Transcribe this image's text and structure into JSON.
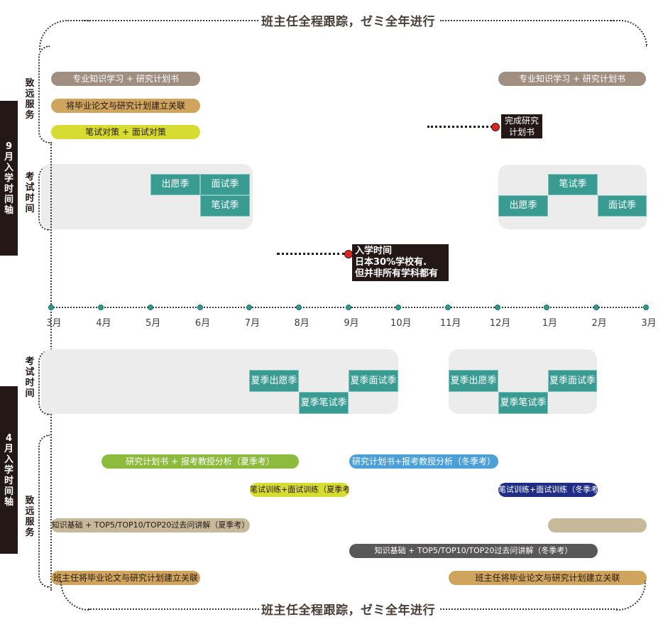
{
  "frame": {
    "top_title": "班主任全程跟踪，ゼミ全年进行",
    "bottom_title": "班主任全程跟踪，ゼミ全年进行"
  },
  "september_track": {
    "side_label": "9月入学时间轴",
    "services_label": "致远服务",
    "exam_label": "考试时间",
    "services_left": [
      {
        "label": "专业知识学习 + 研究计划书",
        "color": "#a08e80"
      },
      {
        "label": "将毕业论文与研究计划建立关联",
        "color": "#cfa45c"
      },
      {
        "label": "笔试对策 + 面试对策",
        "color": "#d7dc33"
      }
    ],
    "services_right": [
      {
        "label": "专业知识学习 + 研究计划书",
        "color": "#a08e80"
      }
    ],
    "exam_left": {
      "seasons": [
        "出愿季",
        "面试季",
        "笔试季"
      ]
    },
    "exam_right": {
      "seasons": [
        "笔试季",
        "出愿季",
        "面试季"
      ]
    },
    "callouts": [
      {
        "lines": [
          "完成研究",
          "计划书"
        ]
      },
      {
        "lines": [
          "入学时间",
          "日本30%学校有.",
          "但并非所有学科都有"
        ]
      }
    ]
  },
  "axis": {
    "months": [
      "3月",
      "4月",
      "5月",
      "6月",
      "7月",
      "8月",
      "9月",
      "10月",
      "11月",
      "12月",
      "1月",
      "2月",
      "3月"
    ],
    "accent_color": "#2e9a90"
  },
  "april_track": {
    "side_label": "4月入学时间轴",
    "services_label": "致远服务",
    "exam_label": "考试时间",
    "exam_left": {
      "seasons": [
        "夏季出愿季",
        "夏季笔试季",
        "夏季面试季"
      ]
    },
    "exam_right": {
      "seasons": [
        "夏季出愿季",
        "夏季笔试季",
        "夏季面试季"
      ]
    },
    "services": [
      {
        "label": "研究计划书 + 报考教授分析（夏季考）",
        "color": "#8dbb3e"
      },
      {
        "label": "研究计划书+报考教授分析（冬季考）",
        "color": "#4ba0d8"
      },
      {
        "label": "笔试训练+面试训练（夏季考）",
        "color": "#d7dc33"
      },
      {
        "label": "笔试训练+面试训练（冬季考）",
        "color": "#1f2d85"
      },
      {
        "label": "知识基础 + TOP5/TOP10/TOP20过去问讲解（夏季考）",
        "color": "#c7b99a"
      },
      {
        "label": "",
        "color": "#c7b99a"
      },
      {
        "label": "知识基础 + TOP5/TOP10/TOP20过去问讲解（冬季考）",
        "color": "#595757"
      },
      {
        "label": "班主任将毕业论文与研究计划建立关联",
        "color": "#cfa45c"
      },
      {
        "label": "班主任将毕业论文与研究计划建立关联",
        "color": "#cfa45c"
      }
    ]
  }
}
